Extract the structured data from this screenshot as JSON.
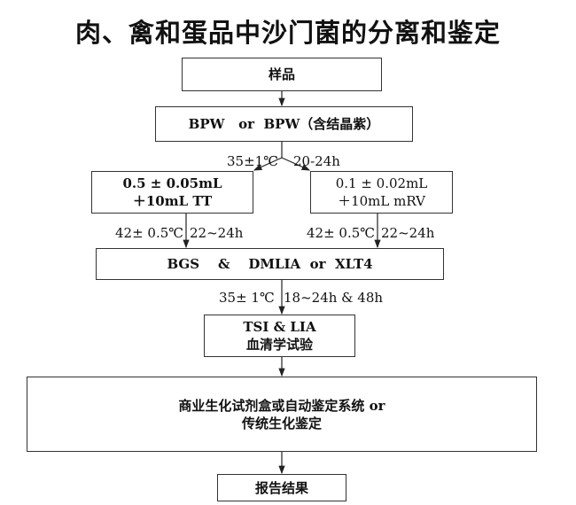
{
  "title": "肉、禽和蛋品中沙门菌的分离和鉴定",
  "nodes": {
    "sample": "样品",
    "enrich": "BPW   or  BPW（含结晶紫）",
    "tt": [
      "0.5 ± 0.05mL",
      "＋10mL TT"
    ],
    "rv": [
      "0.1 ± 0.02mL",
      "＋10mL mRV"
    ],
    "plates": "BGS    &    DMLIA  or  XLT4",
    "tsi": [
      "TSI & LIA",
      "血清学试验"
    ],
    "biochem": [
      "商业生化试剂盒或自动鉴定系统 or",
      "传统生化鉴定"
    ],
    "report": "报告结果"
  },
  "conditions": {
    "c1_temp": "35±1℃",
    "c1_time": "20-24h",
    "c2l_temp": "42± 0.5℃",
    "c2l_time": "22~24h",
    "c2r_temp": "42± 0.5℃",
    "c2r_time": "22~24h",
    "c3_temp": "35± 1℃",
    "c3_time": "18~24h & 48h"
  }
}
